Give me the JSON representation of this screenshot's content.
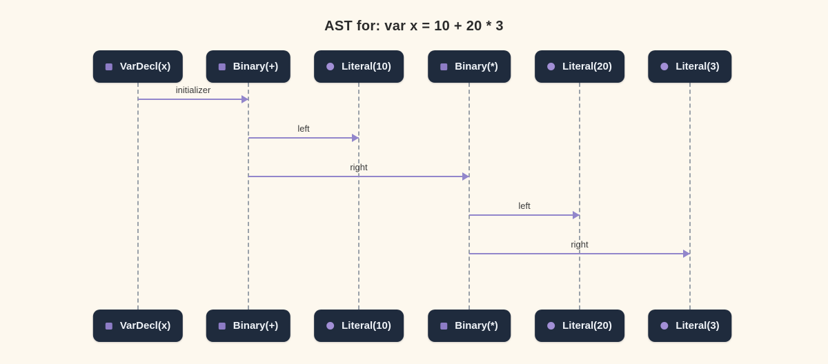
{
  "title": "AST for: var x = 10 + 20 * 3",
  "participants": [
    {
      "label": "VarDecl(x)",
      "icon": "square"
    },
    {
      "label": "Binary(+)",
      "icon": "square"
    },
    {
      "label": "Literal(10)",
      "icon": "circle"
    },
    {
      "label": "Binary(*)",
      "icon": "square"
    },
    {
      "label": "Literal(20)",
      "icon": "circle"
    },
    {
      "label": "Literal(3)",
      "icon": "circle"
    }
  ],
  "messages": [
    {
      "label": "initializer",
      "from": "VarDecl(x)",
      "to": "Binary(+)"
    },
    {
      "label": "left",
      "from": "Binary(+)",
      "to": "Literal(10)"
    },
    {
      "label": "right",
      "from": "Binary(+)",
      "to": "Binary(*)"
    },
    {
      "label": "left",
      "from": "Binary(*)",
      "to": "Literal(20)"
    },
    {
      "label": "right",
      "from": "Binary(*)",
      "to": "Literal(3)"
    }
  ],
  "colors": {
    "background": "#fdf8ee",
    "node_background": "#1f2b3d",
    "node_text": "#eef2f7",
    "square_icon": "#8d7cc6",
    "circle_icon": "#a28fd6",
    "arrow": "#9286cb",
    "lifeline": "#9aa1a9",
    "message_label": "#3a3a3a",
    "title_text": "#2b2b2b"
  }
}
